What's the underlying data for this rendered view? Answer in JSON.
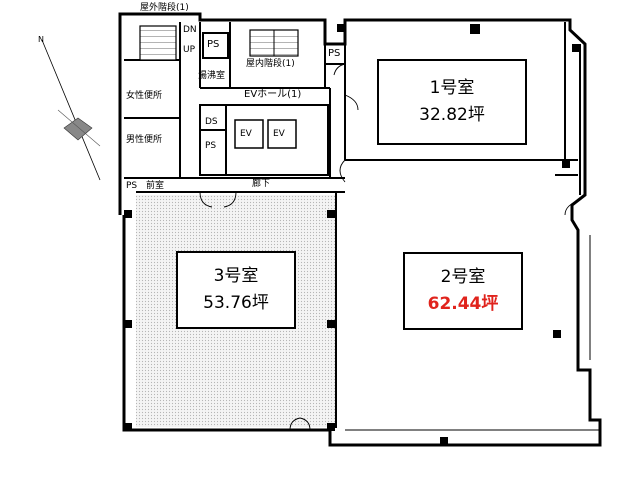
{
  "rooms": [
    {
      "name": "1号室",
      "area": "32.82坪",
      "area_color": "#000000"
    },
    {
      "name": "2号室",
      "area": "62.44坪",
      "area_color": "#e0231c"
    },
    {
      "name": "3号室",
      "area": "53.76坪",
      "area_color": "#000000"
    }
  ],
  "labels": {
    "outdoor_stairs": "屋外階段(1)",
    "indoor_stairs": "屋内階段(1)",
    "dn": "DN",
    "up": "UP",
    "ps": "PS",
    "ds": "DS",
    "kitchenette": "湯沸室",
    "ev_hall": "EVホール(1)",
    "ev": "EV",
    "womens_restroom": "女性便所",
    "mens_restroom": "男性便所",
    "antechamber": "前室",
    "corridor": "廊下"
  },
  "colors": {
    "wall": "#000000",
    "hatch": "#c8c8c8",
    "highlight": "#e0231c"
  }
}
